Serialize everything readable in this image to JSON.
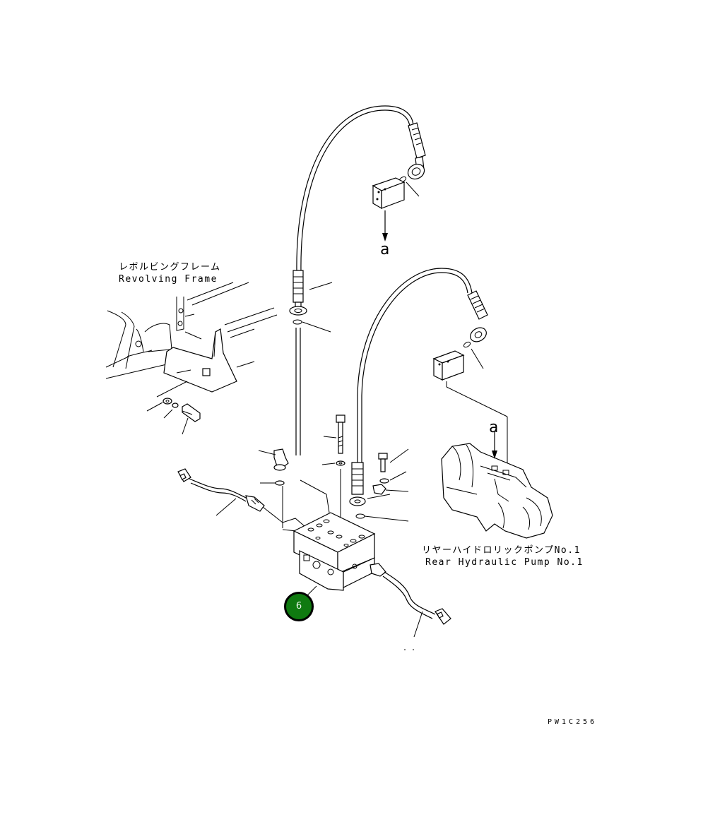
{
  "labels": {
    "revolving_frame_jp": "レボルビングフレーム",
    "revolving_frame_en": "Revolving Frame",
    "rear_pump_jp": "リヤーハイドロリックポンプNo.1",
    "rear_pump_en": "Rear Hydraulic Pump No.1",
    "ref_a_top": "a",
    "ref_a_pump": "a",
    "drawing_code": "PW1C256"
  },
  "callout": {
    "number": "6",
    "color": "#0f7a10"
  }
}
